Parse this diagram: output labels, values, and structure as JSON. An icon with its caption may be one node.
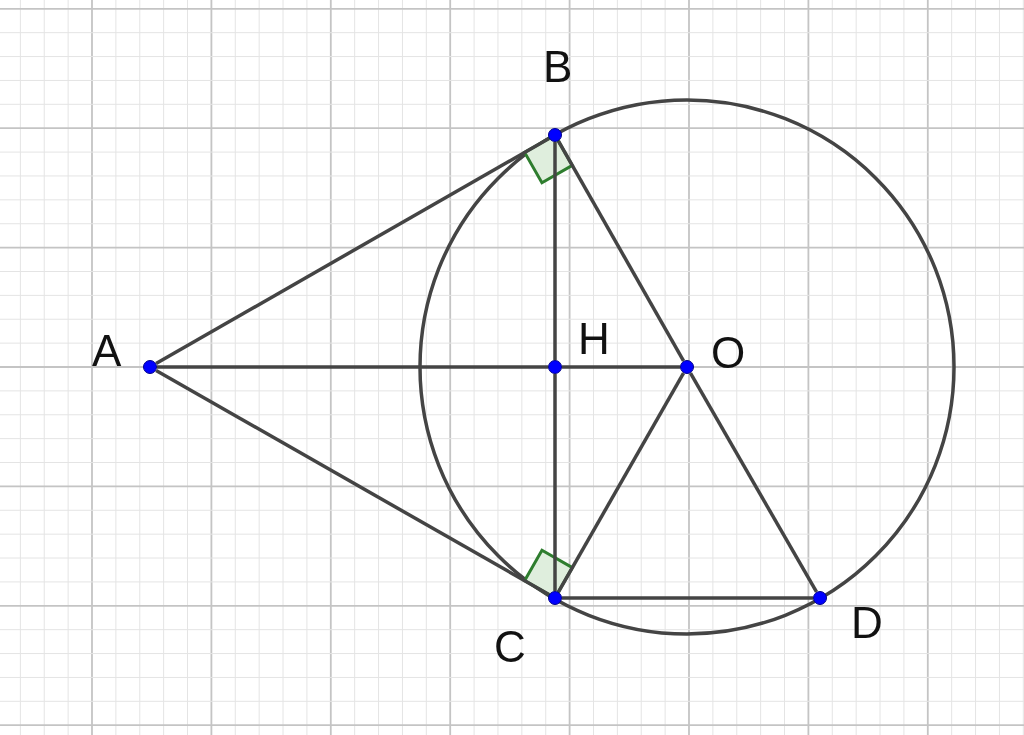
{
  "diagram": {
    "nodes": [
      {
        "text": [
          "B"
        ]
      },
      {
        "text": [
          "A"
        ]
      },
      {
        "text": [
          "H"
        ]
      },
      {
        "text": [
          "O"
        ]
      },
      {
        "text": [
          "C"
        ]
      },
      {
        "text": [
          "D"
        ]
      }
    ],
    "edges": [
      {
        "from": 1,
        "to": 0,
        "arrow": "none"
      },
      {
        "from": 1,
        "to": 4,
        "arrow": "none"
      },
      {
        "from": 1,
        "to": 2,
        "arrow": "none"
      },
      {
        "from": 2,
        "to": 3,
        "arrow": "none"
      },
      {
        "from": 0,
        "to": 2,
        "arrow": "none"
      },
      {
        "from": 2,
        "to": 4,
        "arrow": "none"
      },
      {
        "from": 0,
        "to": 3,
        "arrow": "none"
      },
      {
        "from": 3,
        "to": 4,
        "arrow": "none"
      },
      {
        "from": 3,
        "to": 5,
        "arrow": "none"
      },
      {
        "from": 4,
        "to": 5,
        "arrow": "none"
      }
    ]
  }
}
